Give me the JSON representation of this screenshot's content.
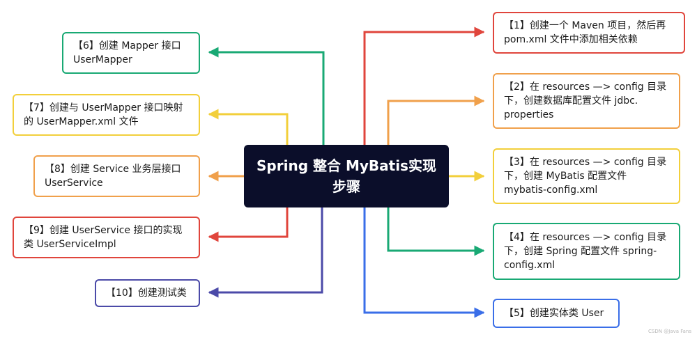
{
  "title": "Spring 整合 MyBatis实现步骤",
  "colors": {
    "red": "#e0453c",
    "orange": "#f0a04b",
    "yellow": "#f2cf3b",
    "green": "#19a974",
    "blue": "#3a6ee8",
    "indigo": "#4b4aa8",
    "center_bg": "#0b0e2a"
  },
  "steps": [
    {
      "text": "【1】创建一个 Maven 项目，然后再 pom.xml 文件中添加相关依赖",
      "color": "red"
    },
    {
      "text": "【2】在 resources —> config 目录下，创建数据库配置文件 jdbc. properties",
      "color": "orange"
    },
    {
      "text": "【3】在 resources —> config 目录下，创建 MyBatis 配置文件 mybatis-config.xml",
      "color": "yellow"
    },
    {
      "text": "【4】在 resources —> config 目录下，创建 Spring 配置文件 spring-config.xml",
      "color": "green"
    },
    {
      "text": "【5】创建实体类 User",
      "color": "blue"
    },
    {
      "text": "【6】创建 Mapper 接口 UserMapper",
      "color": "green"
    },
    {
      "text": "【7】创建与 UserMapper 接口映射的 UserMapper.xml 文件",
      "color": "yellow"
    },
    {
      "text": "【8】创建 Service 业务层接口 UserService",
      "color": "orange"
    },
    {
      "text": "【9】创建 UserService 接口的实现类 UserServiceImpl",
      "color": "red"
    },
    {
      "text": "【10】创建测试类",
      "color": "indigo"
    }
  ],
  "watermark": "CSDN @Java Fans"
}
